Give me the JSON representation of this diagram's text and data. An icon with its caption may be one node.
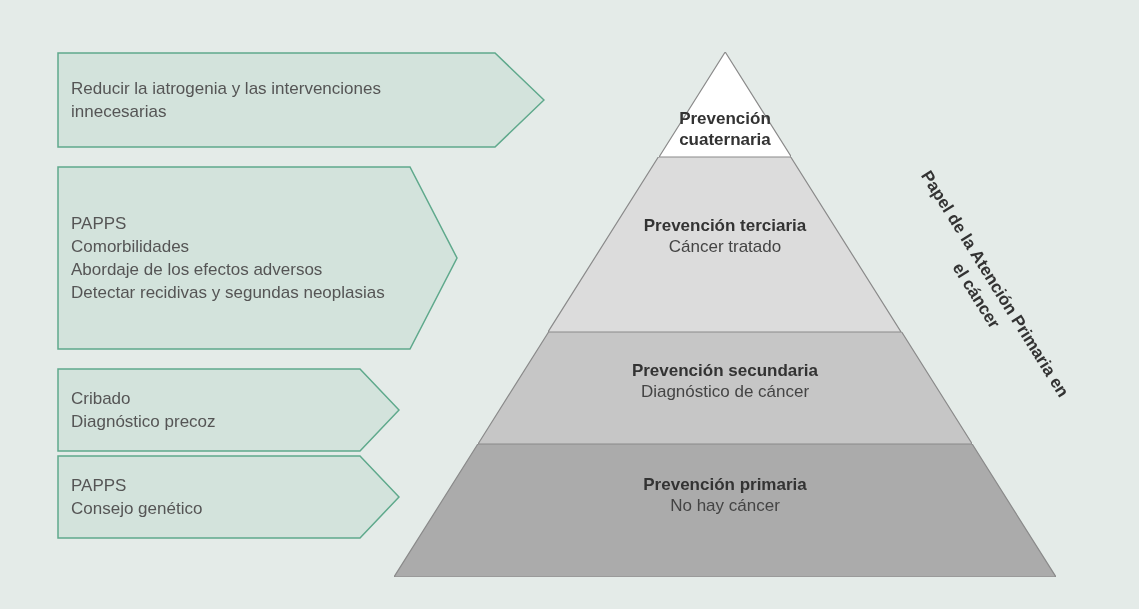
{
  "diagram": {
    "nodes": [
      {
        "text": [
          "Reducir la iatrogenia y las intervenciones innecesarias"
        ]
      },
      {
        "text": [
          "PAPPS",
          "Comorbilidades",
          "Abordaje de los efectos adversos",
          "Detectar recidivas y segundas neoplasias"
        ]
      },
      {
        "text": [
          "Cribado",
          "Diagnóstico precoz"
        ]
      },
      {
        "text": [
          "PAPPS",
          "Consejo genético"
        ]
      },
      {
        "text": [
          "Prevención cuaternaria"
        ]
      },
      {
        "text": [
          "Prevención terciaria",
          "Cáncer tratado"
        ]
      },
      {
        "text": [
          "Prevención secundaria",
          "Diagnóstico de cáncer"
        ]
      },
      {
        "text": [
          "Prevención primaria",
          "No hay cáncer"
        ]
      }
    ],
    "edges": [],
    "labels": [
      "Papel de la Atención Primaria en el cáncer"
    ]
  }
}
